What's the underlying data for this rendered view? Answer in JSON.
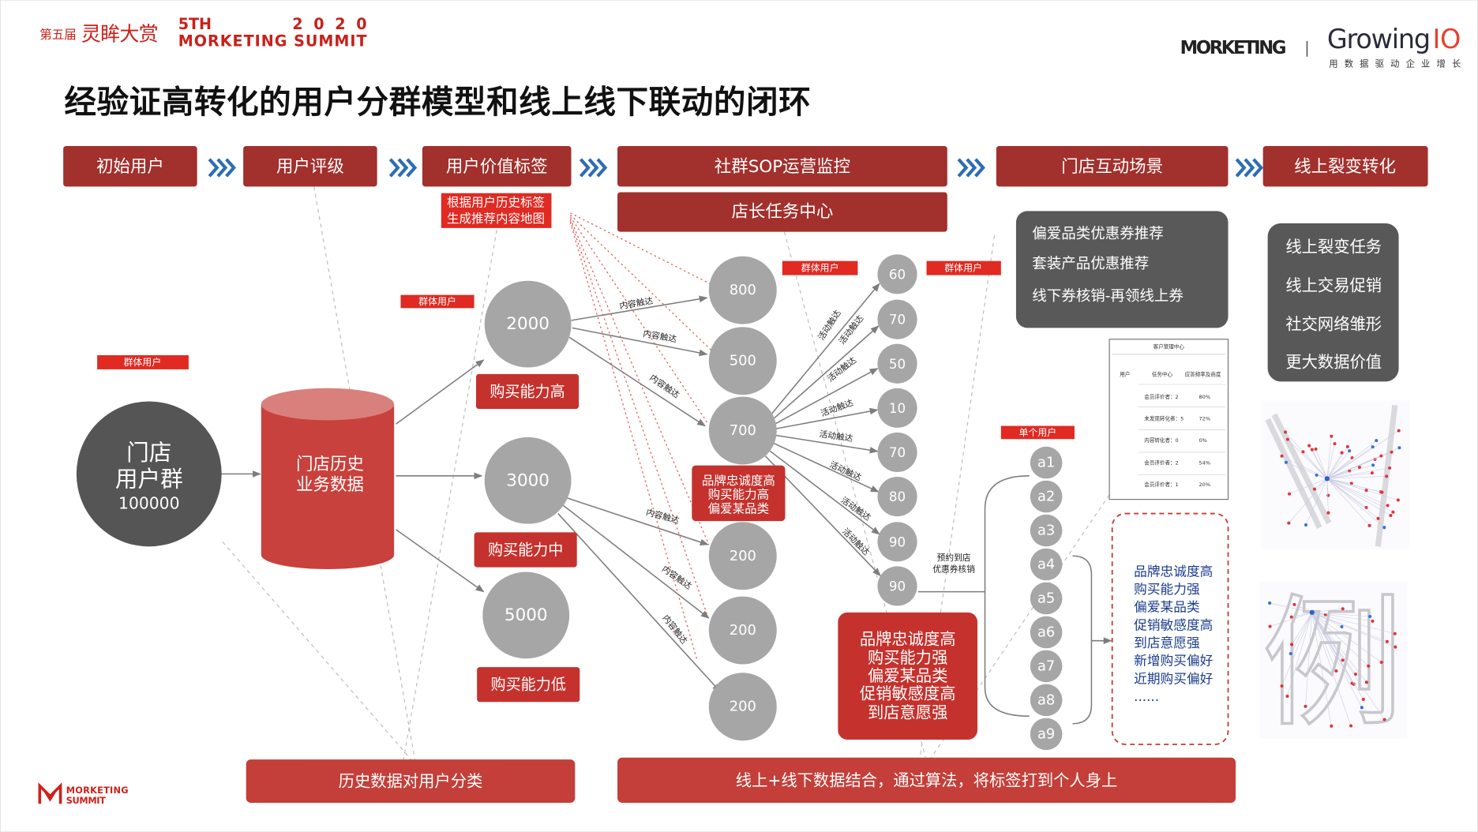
{
  "colors": {
    "box_red": "#a2302c",
    "tag_red": "#e02a22",
    "profile_red": "#c5322d",
    "gray_circle": "#a6a6a6",
    "dark_circle": "#555555",
    "panel_gray": "#595959",
    "chevron_blue": "#2d6db5",
    "text_navy": "#1c3d8c",
    "brand_red": "#c8201a"
  },
  "header": {
    "event_prefix": "第五届",
    "event_name": "灵眸大赏",
    "edition": "5TH",
    "year": "2 0 2 0",
    "summit": "MORKETING SUMMIT",
    "brand_morketing": "MORKETING",
    "divider": "|",
    "growingio_main": "Growing",
    "growingio_io": "IO",
    "growingio_tagline": "用 数 据 驱 动 企 业 增 长"
  },
  "title": "经验证高转化的用户分群模型和线上线下联动的闭环",
  "pipeline": {
    "steps": [
      "初始用户",
      "用户评级",
      "用户价值标签",
      "社群SOP运营监控",
      "门店互动场景",
      "线上裂变转化"
    ]
  },
  "sub_tasks": {
    "recommend_map": [
      "根据用户历史标签",
      "生成推荐内容地图"
    ],
    "task_center": "店长任务中心"
  },
  "tags": {
    "group_user": "群体用户",
    "single_user": "单个用户"
  },
  "store_group": {
    "name_lines": [
      "门店",
      "用户群"
    ],
    "count": "100000"
  },
  "history_db": [
    "门店历史",
    "业务数据"
  ],
  "tiers": [
    {
      "value": "2000",
      "label": "购买能力高"
    },
    {
      "value": "3000",
      "label": "购买能力中"
    },
    {
      "value": "5000",
      "label": "购买能力低"
    }
  ],
  "groups_mid": [
    "800",
    "500",
    "700",
    "200",
    "200",
    "200"
  ],
  "mid_profile": [
    "品牌忠诚度高",
    "购买能力高",
    "偏爱某品类"
  ],
  "groups_small": [
    "60",
    "70",
    "50",
    "10",
    "70",
    "80",
    "90",
    "90"
  ],
  "small_profile": [
    "品牌忠诚度高",
    "购买能力强",
    "偏爱某品类",
    "促销敏感度高",
    "到店意愿强"
  ],
  "reach_labels": {
    "content": "内容触达",
    "activity": "活动触达",
    "store": [
      "预约到店",
      "优惠券核销"
    ]
  },
  "individuals": [
    "a1",
    "a2",
    "a3",
    "a4",
    "a5",
    "a6",
    "a7",
    "a8",
    "a9"
  ],
  "individual_profile": [
    "品牌忠诚度高",
    "购买能力强",
    "偏爱某品类",
    "促销敏感度高",
    "到店意愿强",
    "新增购买偏好",
    "近期购买偏好",
    "......"
  ],
  "store_scenes": [
    "偏爱品类优惠券推荐",
    "套装产品优惠推荐",
    "线下券核销-再领线上券"
  ],
  "online_conversion": [
    "线上裂变任务",
    "线上交易促销",
    "社交网络雏形",
    "更大数据价值"
  ],
  "crm_table": {
    "title": "客户管理中心",
    "headers": [
      "用户",
      "任务中心",
      "应答频率及商度"
    ],
    "rows": [
      [
        "会员评价者：2",
        "80%"
      ],
      [
        "未发现转化者：5",
        "72%"
      ],
      [
        "内容转化者：0",
        "0%"
      ],
      [
        "会员评价者：2",
        "54%"
      ],
      [
        "会员评价者：1",
        "20%"
      ]
    ]
  },
  "watermark": "例",
  "bottom": {
    "history": "历史数据对用户分类",
    "combine": "线上+线下数据结合，通过算法，将标签打到个人身上"
  },
  "footer_logo": [
    "MORKETING",
    "SUMMIT"
  ]
}
